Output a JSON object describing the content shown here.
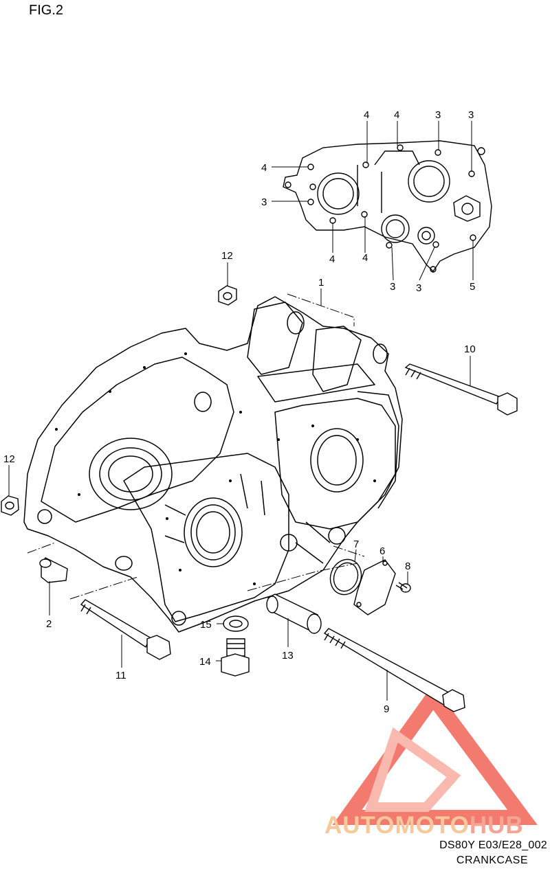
{
  "figure": {
    "label": "FIG.2"
  },
  "diagram": {
    "code": "DS80Y E03/E28_002",
    "name": "CRANKCASE"
  },
  "watermark": {
    "part1": "AUTOMOTO",
    "part2": "HUB",
    "color_outer": "#f05a4a",
    "color_inner": "#f8a89a"
  },
  "callouts": [
    "4",
    "4",
    "3",
    "3",
    "4",
    "3",
    "4",
    "4",
    "3",
    "3",
    "5",
    "12",
    "1",
    "10",
    "12",
    "2",
    "7",
    "6",
    "8",
    "15",
    "14",
    "13",
    "11",
    "9"
  ]
}
